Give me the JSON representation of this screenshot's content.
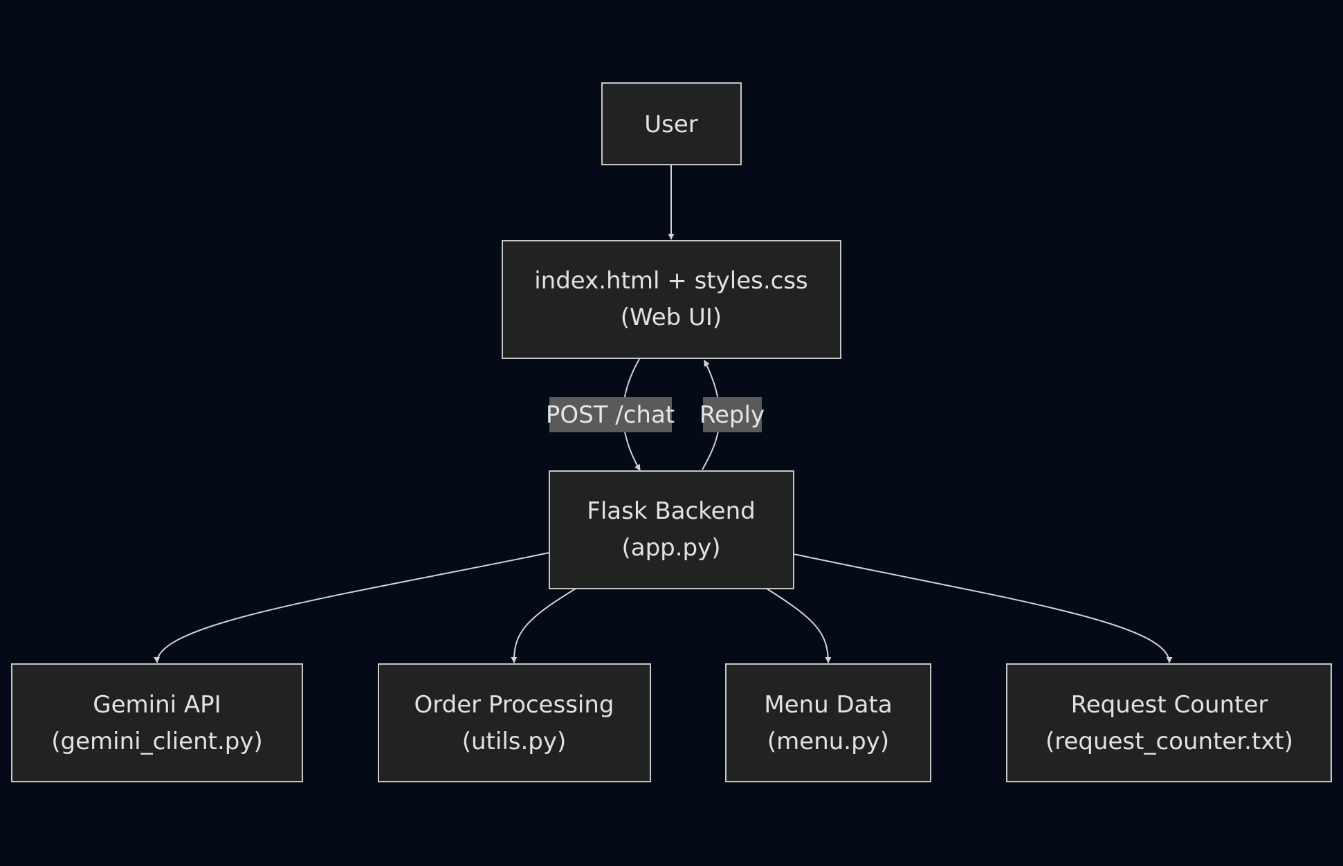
{
  "diagram": {
    "nodes": {
      "user": {
        "lines": [
          "User"
        ]
      },
      "webui": {
        "lines": [
          "index.html + styles.css",
          "(Web UI)"
        ]
      },
      "flask": {
        "lines": [
          "Flask Backend",
          "(app.py)"
        ]
      },
      "gemini": {
        "lines": [
          "Gemini API",
          "(gemini_client.py)"
        ]
      },
      "order": {
        "lines": [
          "Order Processing",
          "(utils.py)"
        ]
      },
      "menu": {
        "lines": [
          "Menu Data",
          "(menu.py)"
        ]
      },
      "counter": {
        "lines": [
          "Request Counter",
          "(request_counter.txt)"
        ]
      }
    },
    "edges": {
      "post_label": "POST /chat",
      "reply_label": "Reply"
    }
  }
}
